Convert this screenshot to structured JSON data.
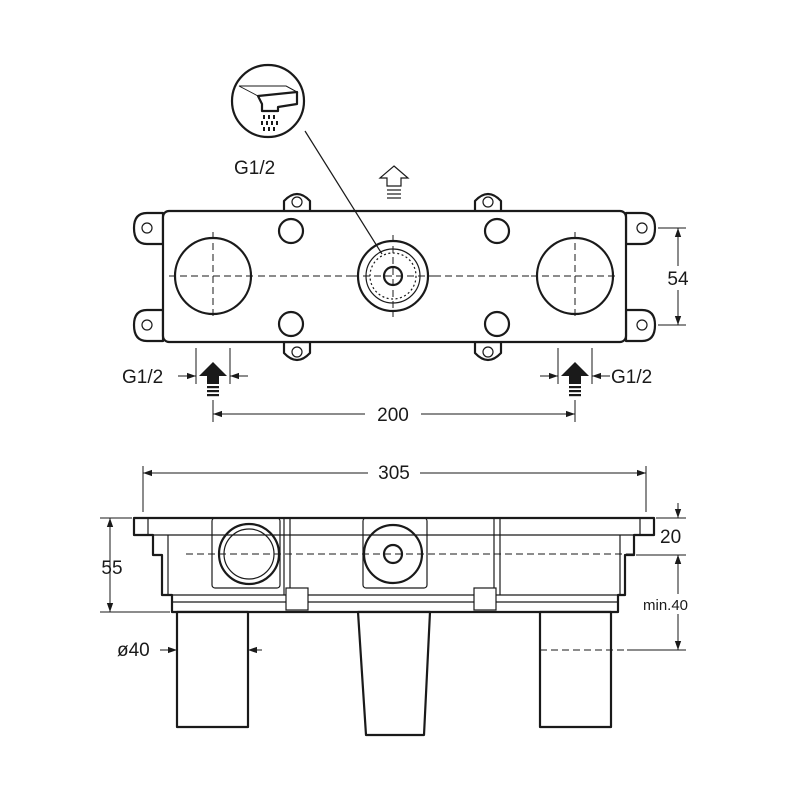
{
  "labels": {
    "top_g12": "G1/2",
    "left_g12": "G1/2",
    "right_g12": "G1/2",
    "dim_200": "200",
    "dim_54": "54",
    "dim_305": "305",
    "dim_55": "55",
    "dim_20": "20",
    "dim_min40": "min.40",
    "dim_d40": "ø40"
  },
  "icons": {
    "detail_callout": "spout-with-spray-icon",
    "top_flow": "outlet-arrow-icon",
    "left_inlet": "inlet-arrow-icon",
    "right_inlet": "inlet-arrow-icon"
  }
}
